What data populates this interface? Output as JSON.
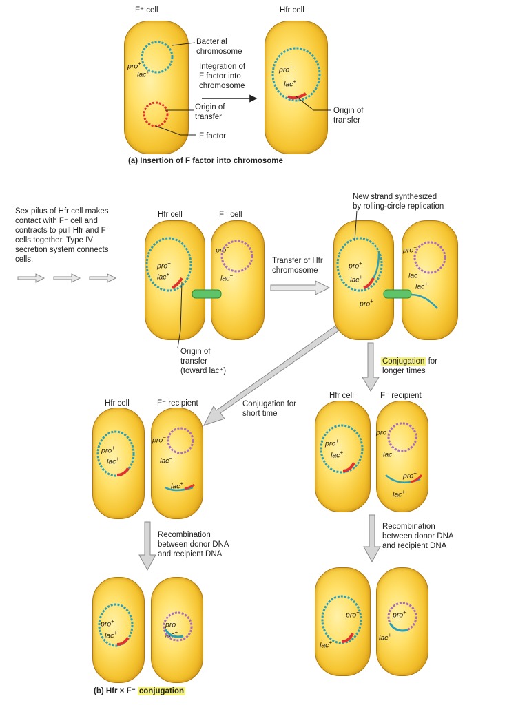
{
  "part_a": {
    "f_plus_cell": "F⁺ cell",
    "hfr_cell": "Hfr cell",
    "bacterial_chromosome": "Bacterial\nchromosome",
    "integration": "Integration of\nF factor into\nchromosome",
    "origin_transfer_left": "Origin of\ntransfer",
    "f_factor": "F factor",
    "origin_transfer_right": "Origin of\ntransfer",
    "caption": "(a) Insertion of F factor into chromosome"
  },
  "part_b": {
    "sex_pilus_text": "Sex pilus of Hfr cell makes contact with F⁻ cell and contracts to pull Hfr and F⁻ cells together. Type IV secretion system connects cells.",
    "hfr_cell": "Hfr cell",
    "f_minus_cell": "F⁻ cell",
    "new_strand": "New strand synthesized\nby rolling-circle replication",
    "transfer_hfr": "Transfer of Hfr\nchromosome",
    "origin_toward_lac": "Origin of\ntransfer\n(toward lac⁺)",
    "conjugation_word": "Conjugation",
    "conjugation_for": " for",
    "longer_times": "longer times",
    "conjugation_short": "Conjugation for\nshort time",
    "hfr_cell_left": "Hfr cell",
    "f_minus_recipient_left": "F⁻ recipient",
    "hfr_cell_right": "Hfr cell",
    "f_minus_recipient_right": "F⁻ recipient",
    "recombination_left": "Recombination\nbetween donor DNA\nand recipient DNA",
    "recombination_right": "Recombination\nbetween donor DNA\nand recipient DNA",
    "caption_prefix": "(b) Hfr × F⁻ ",
    "caption_highlight": "conjugation"
  },
  "genes": {
    "pro_plus": "pro",
    "lac_plus": "lac",
    "plus": "+",
    "minus": "−"
  },
  "colors": {
    "cell_fill": "#f5c431",
    "donor_chromosome": "#2a9fb8",
    "recipient_chromosome": "#a56cc1",
    "origin_red": "#e03030",
    "pilus_green": "#5fc36a",
    "highlight": "#f7f27a"
  }
}
